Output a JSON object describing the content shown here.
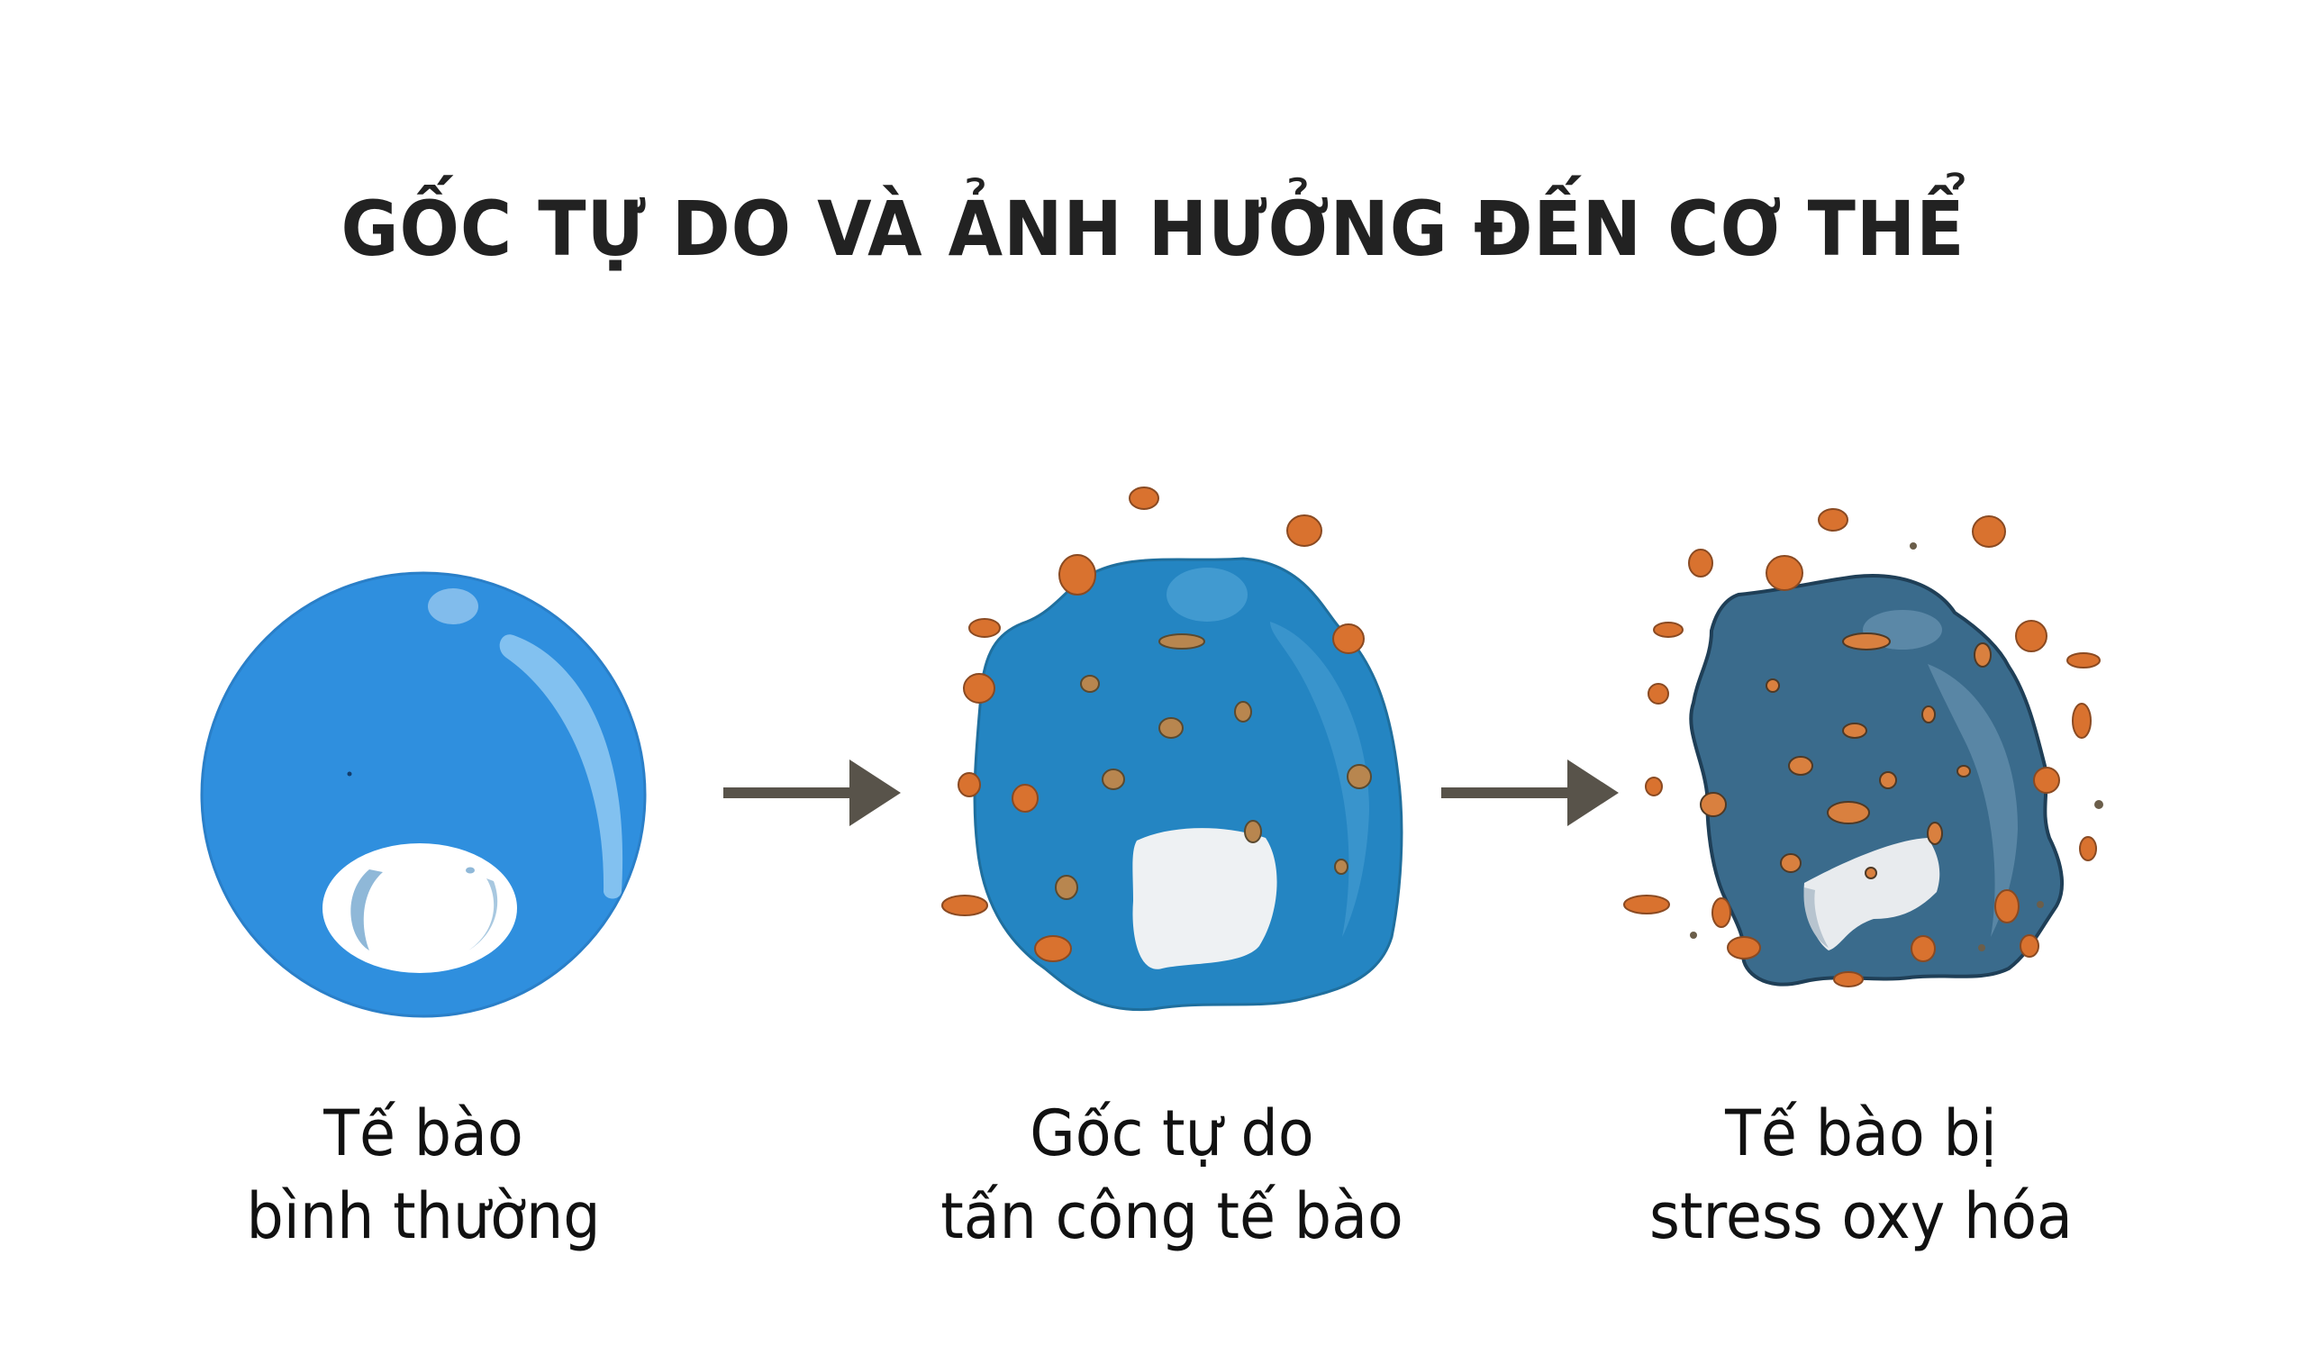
{
  "title": "GỐC TỰ DO VÀ ẢNH HƯỞNG ĐẾN CƠ THỂ",
  "colors": {
    "background": "#ffffff",
    "title_text": "#222222",
    "normal_cell": "#2f8fde",
    "attacked_cell": "#2485c2",
    "stressed_cell": "#3a6b8c",
    "free_radical": "#d9722f",
    "arrow": "#58534a",
    "nucleus": "#f2f4f6"
  },
  "stages": [
    {
      "id": "normal",
      "label_line1": "Tế bào",
      "label_line2": "bình thường",
      "icon": "healthy-cell-icon"
    },
    {
      "id": "attacked",
      "label_line1": "Gốc tự do",
      "label_line2": "tấn công tế bào",
      "icon": "cell-under-attack-icon"
    },
    {
      "id": "stressed",
      "label_line1": "Tế bào bị",
      "label_line2": "stress oxy hóa",
      "icon": "oxidative-stress-cell-icon"
    }
  ],
  "arrows": [
    {
      "from": "normal",
      "to": "attacked"
    },
    {
      "from": "attacked",
      "to": "stressed"
    }
  ]
}
